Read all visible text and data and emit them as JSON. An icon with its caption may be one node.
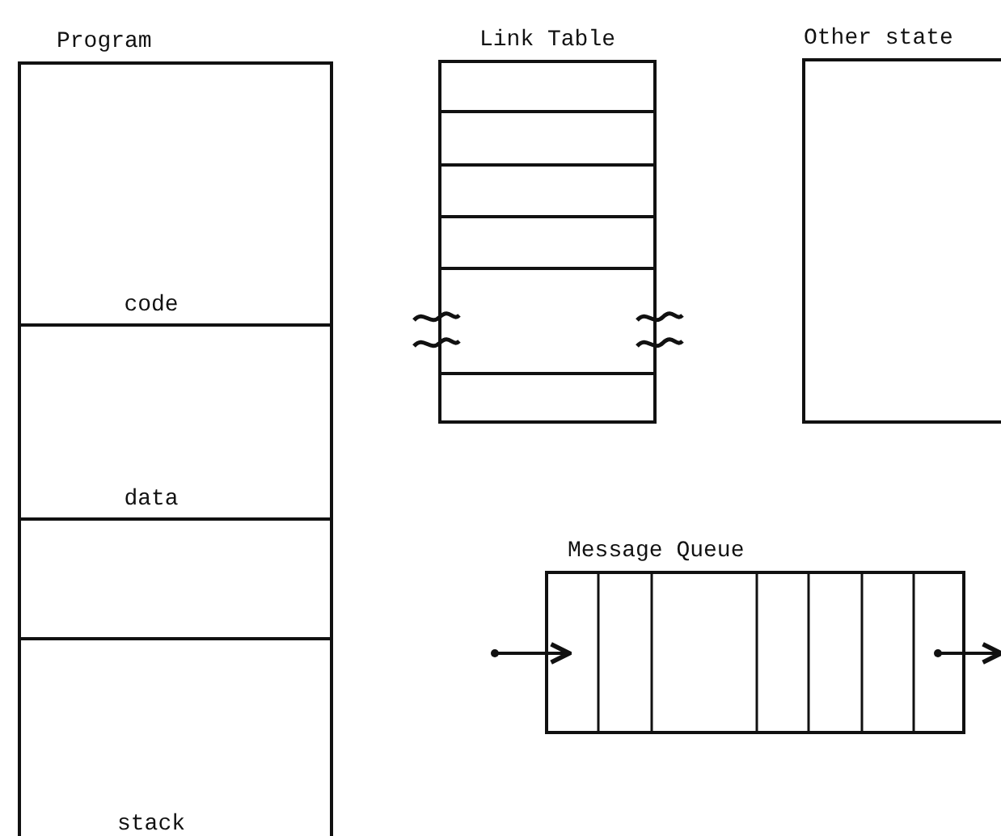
{
  "diagram": {
    "nodes": [
      {
        "text": [
          "Program"
        ]
      },
      {
        "text": [
          "code"
        ],
        "in": 0
      },
      {
        "text": [
          "data"
        ],
        "in": 0
      },
      {
        "text": [],
        "shape": "box",
        "in": 0
      },
      {
        "text": [
          "stack"
        ],
        "in": 0
      },
      {
        "text": [
          "Link Table"
        ]
      },
      {
        "text": [
          "Other state"
        ]
      },
      {
        "text": [
          "Message Queue"
        ]
      }
    ],
    "edges": [
      {
        "from": null,
        "to": 7,
        "arrow": "to"
      },
      {
        "from": 7,
        "to": null,
        "arrow": "to"
      }
    ]
  }
}
